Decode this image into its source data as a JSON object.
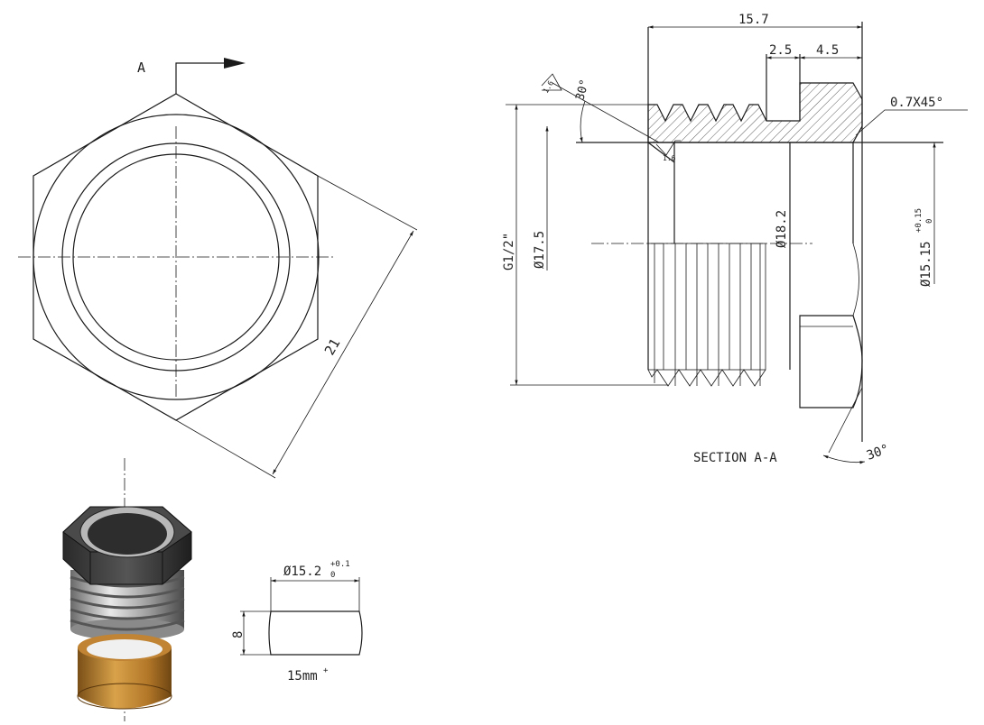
{
  "view_labels": {
    "section_marker": "A",
    "section_title": "SECTION A-A"
  },
  "dimensions": {
    "overall_length": "15.7",
    "groove_width": "2.5",
    "end_length": "4.5",
    "chamfer": "0.7X45°",
    "thread_angle": "30°",
    "thread_spec": "G1/2\"",
    "thread_minor": "Ø17.5",
    "bore_dia": "Ø18.2",
    "inner_dia": "Ø15.15",
    "inner_tol_upper": "+0.15",
    "inner_tol_lower": "0",
    "bottom_angle": "30°",
    "hex_across_flats": "21",
    "roughness_1": "1.6",
    "roughness_2": "1.6"
  },
  "ring_detail": {
    "diameter": "Ø15.2",
    "tol_upper": "+0.1",
    "tol_lower": "0",
    "height": "8",
    "note": "15mm",
    "note_sup": "+"
  },
  "colors": {
    "line": "#1a1a1a",
    "metal_light": "#d9d9d9",
    "metal_dark": "#3a3a3a",
    "brass": "#b97d2c",
    "brass_dark": "#7a4f17"
  }
}
